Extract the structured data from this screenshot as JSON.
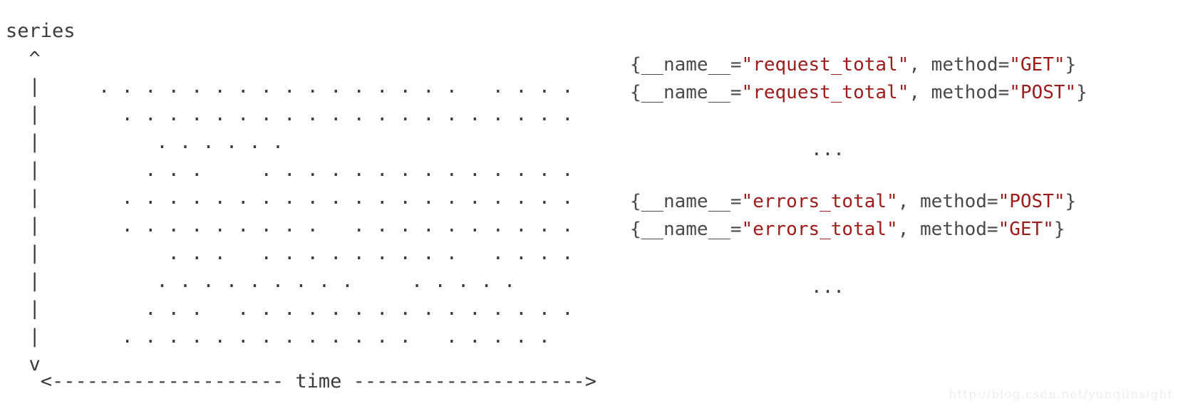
{
  "diagram": {
    "type": "ascii-art",
    "axis_label_y": "series",
    "axis_label_x": "time",
    "arrow_up": "^",
    "arrow_down": "v",
    "axis_column_char": "|",
    "dot_char": ".",
    "ellipsis": "...",
    "y_axis_art": "series\n  ^\n  |\n  |\n  |\n  |\n  |\n  |\n  |\n  |\n  |\n  |\n  v",
    "time_axis_art": "   <-------------------- time -------------------->",
    "dot_rows": [
      "        . . . . . . . . . . . . . . . .   . . . .",
      "          . . . . . . . . . . . . . . . . . . . .",
      "             . . . . . . ",
      "            . . .     . . . . . . . . . . . . . .",
      "          . . . . . . . . . . . . . . . . . . . .",
      "          . . . . . . . . .   . . . . . . . . . .",
      "              . . .   . . . . . . . . .   . . . .",
      "             . . . . . . . . .     . . . . .",
      "            . . .   . . . . . . . . . . . . . . .",
      "          . . . . . . . . . . . . .   . . . . ."
    ]
  },
  "series_labels": [
    {
      "id": "request-total-get",
      "prefix": "{__name__=",
      "metric": "\"request_total\"",
      "sep": ", method=",
      "value": "\"GET\"",
      "suffix": "}"
    },
    {
      "id": "request-total-post",
      "prefix": "{__name__=",
      "metric": "\"request_total\"",
      "sep": ", method=",
      "value": "\"POST\"",
      "suffix": "}"
    },
    {
      "id": "errors-total-post",
      "prefix": "{__name__=",
      "metric": "\"errors_total\"",
      "sep": ", method=",
      "value": "\"POST\"",
      "suffix": "}"
    },
    {
      "id": "errors-total-get",
      "prefix": "{__name__=",
      "metric": "\"errors_total\"",
      "sep": ", method=",
      "value": "\"GET\"",
      "suffix": "}"
    }
  ],
  "ellipsis_upper": "...",
  "ellipsis_lower": "...",
  "watermark": "http://blog.csdn.net/yunqiinsight",
  "colors": {
    "text": "#3b3b3b",
    "string_literal": "#9e1b1b",
    "background": "#ffffff",
    "watermark": "#ededed"
  }
}
